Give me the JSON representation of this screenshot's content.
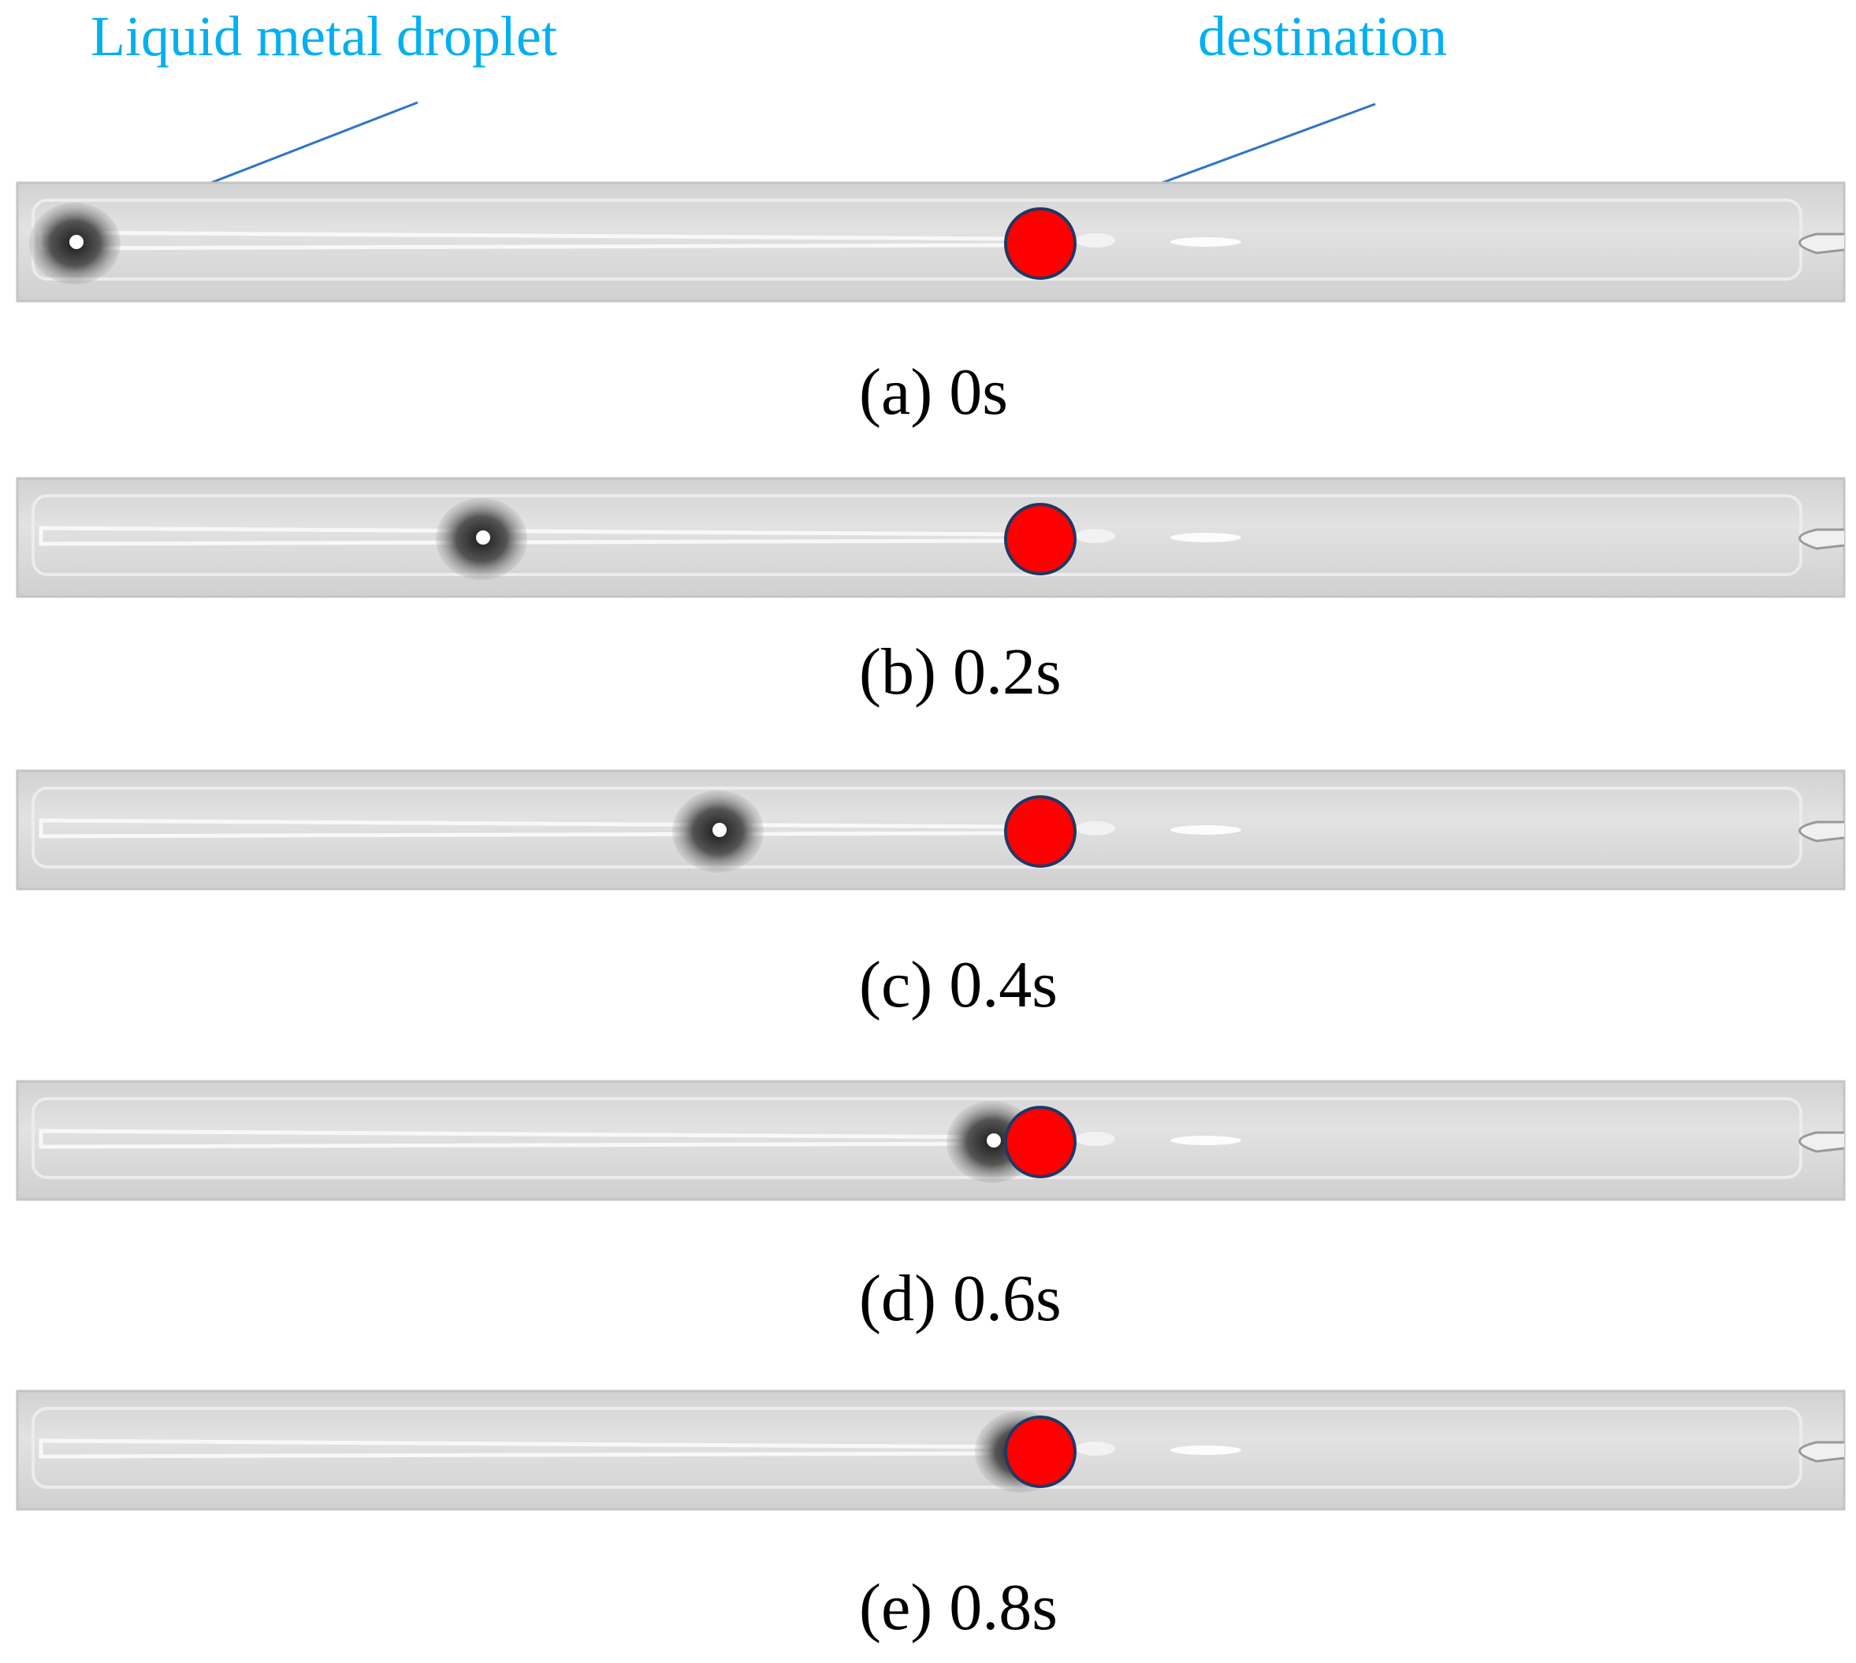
{
  "annotations": {
    "droplet_label": "Liquid metal droplet",
    "destination_label": "destination"
  },
  "colors": {
    "annotation_text": "#00b0f0",
    "arrow": "#2e75c8",
    "destination_marker": "#ff0000",
    "marker_outline": "#1f3864",
    "channel_fill": "#dcdcdc",
    "channel_border": "#c4c4c4",
    "channel_highlight": "#f8f8f8",
    "droplet_dark": "#3a3a3a"
  },
  "frames": [
    {
      "caption": "(a)   0s",
      "time_s": 0.0,
      "droplet_progress": 0.0,
      "droplet_visible": true
    },
    {
      "caption": "(b) 0.2s",
      "time_s": 0.2,
      "droplet_progress": 0.43,
      "droplet_visible": true
    },
    {
      "caption": "(c) 0.4s",
      "time_s": 0.4,
      "droplet_progress": 0.68,
      "droplet_visible": true
    },
    {
      "caption": "(d) 0.6s",
      "time_s": 0.6,
      "droplet_progress": 0.97,
      "droplet_visible": true
    },
    {
      "caption": "(e) 0.8s",
      "time_s": 0.8,
      "droplet_progress": 1.0,
      "droplet_visible": true
    }
  ]
}
